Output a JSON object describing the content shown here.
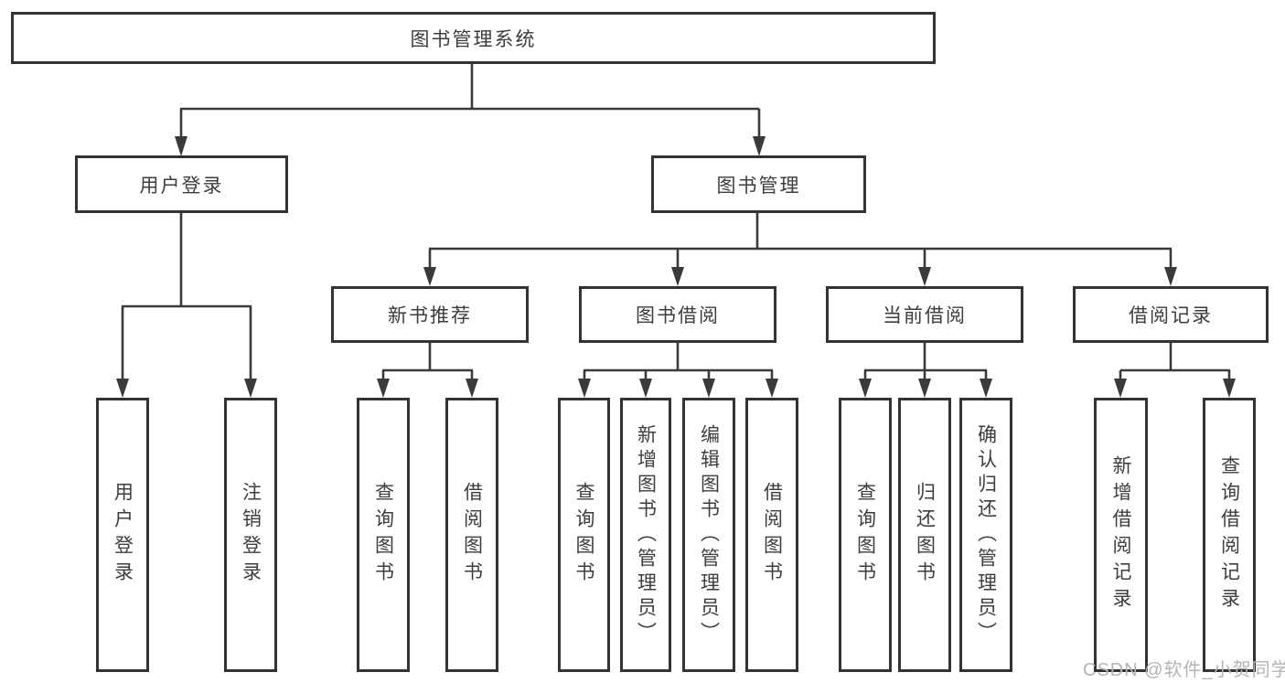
{
  "colors": {
    "box_border": "#333333",
    "connector_line": "#3a3a3a",
    "text": "#3d3d3d",
    "watermark": "#b4b4b8",
    "background": "#ffffff"
  },
  "diagram": {
    "root": {
      "label": "图书管理系统"
    },
    "level2": {
      "user_login": {
        "label": "用户登录"
      },
      "book_management": {
        "label": "图书管理"
      }
    },
    "level3": {
      "new_book_recommend": {
        "label": "新书推荐"
      },
      "book_borrow": {
        "label": "图书借阅"
      },
      "current_borrow": {
        "label": "当前借阅"
      },
      "borrow_records": {
        "label": "借阅记录"
      }
    },
    "leaves": {
      "login_user_login": {
        "label": "用户登录"
      },
      "login_logout": {
        "label": "注销登录"
      },
      "recommend_query_book": {
        "label": "查询图书"
      },
      "recommend_borrow_book": {
        "label": "借阅图书"
      },
      "borrow_query_book": {
        "label": "查询图书"
      },
      "borrow_add_book_admin": {
        "label": "新增图书（管理员）"
      },
      "borrow_edit_book_admin": {
        "label": "编辑图书（管理员）"
      },
      "borrow_borrow_book": {
        "label": "借阅图书"
      },
      "current_query_book": {
        "label": "查询图书"
      },
      "current_return_book": {
        "label": "归还图书"
      },
      "current_confirm_return_admin": {
        "label": "确认归还（管理员）"
      },
      "records_add_record": {
        "label": "新增借阅记录"
      },
      "records_query_record": {
        "label": "查询借阅记录"
      }
    }
  },
  "watermark": {
    "text": "CSDN @软件_小贺同学"
  }
}
